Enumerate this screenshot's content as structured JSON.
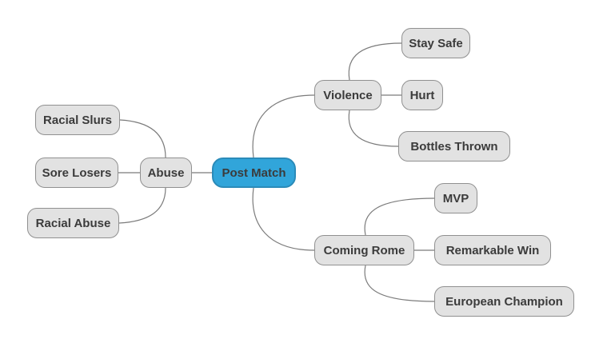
{
  "colors": {
    "background": "#ffffff",
    "root_fill": "#31a5da",
    "root_border": "#2b8bb9",
    "node_fill": "#e2e2e2",
    "node_border": "#909090",
    "text": "#3b3b3b",
    "connector": "#7b7b7b"
  },
  "mindmap": {
    "root": {
      "label": "Post Match"
    },
    "branches": [
      {
        "label": "Abuse",
        "side": "left",
        "children": [
          {
            "label": "Racial Slurs"
          },
          {
            "label": "Sore Losers"
          },
          {
            "label": "Racial Abuse"
          }
        ]
      },
      {
        "label": "Violence",
        "side": "right",
        "children": [
          {
            "label": "Stay Safe"
          },
          {
            "label": "Hurt"
          },
          {
            "label": "Bottles Thrown"
          }
        ]
      },
      {
        "label": "Coming Rome",
        "side": "right",
        "children": [
          {
            "label": "MVP"
          },
          {
            "label": "Remarkable Win"
          },
          {
            "label": "European Champion"
          }
        ]
      }
    ]
  }
}
